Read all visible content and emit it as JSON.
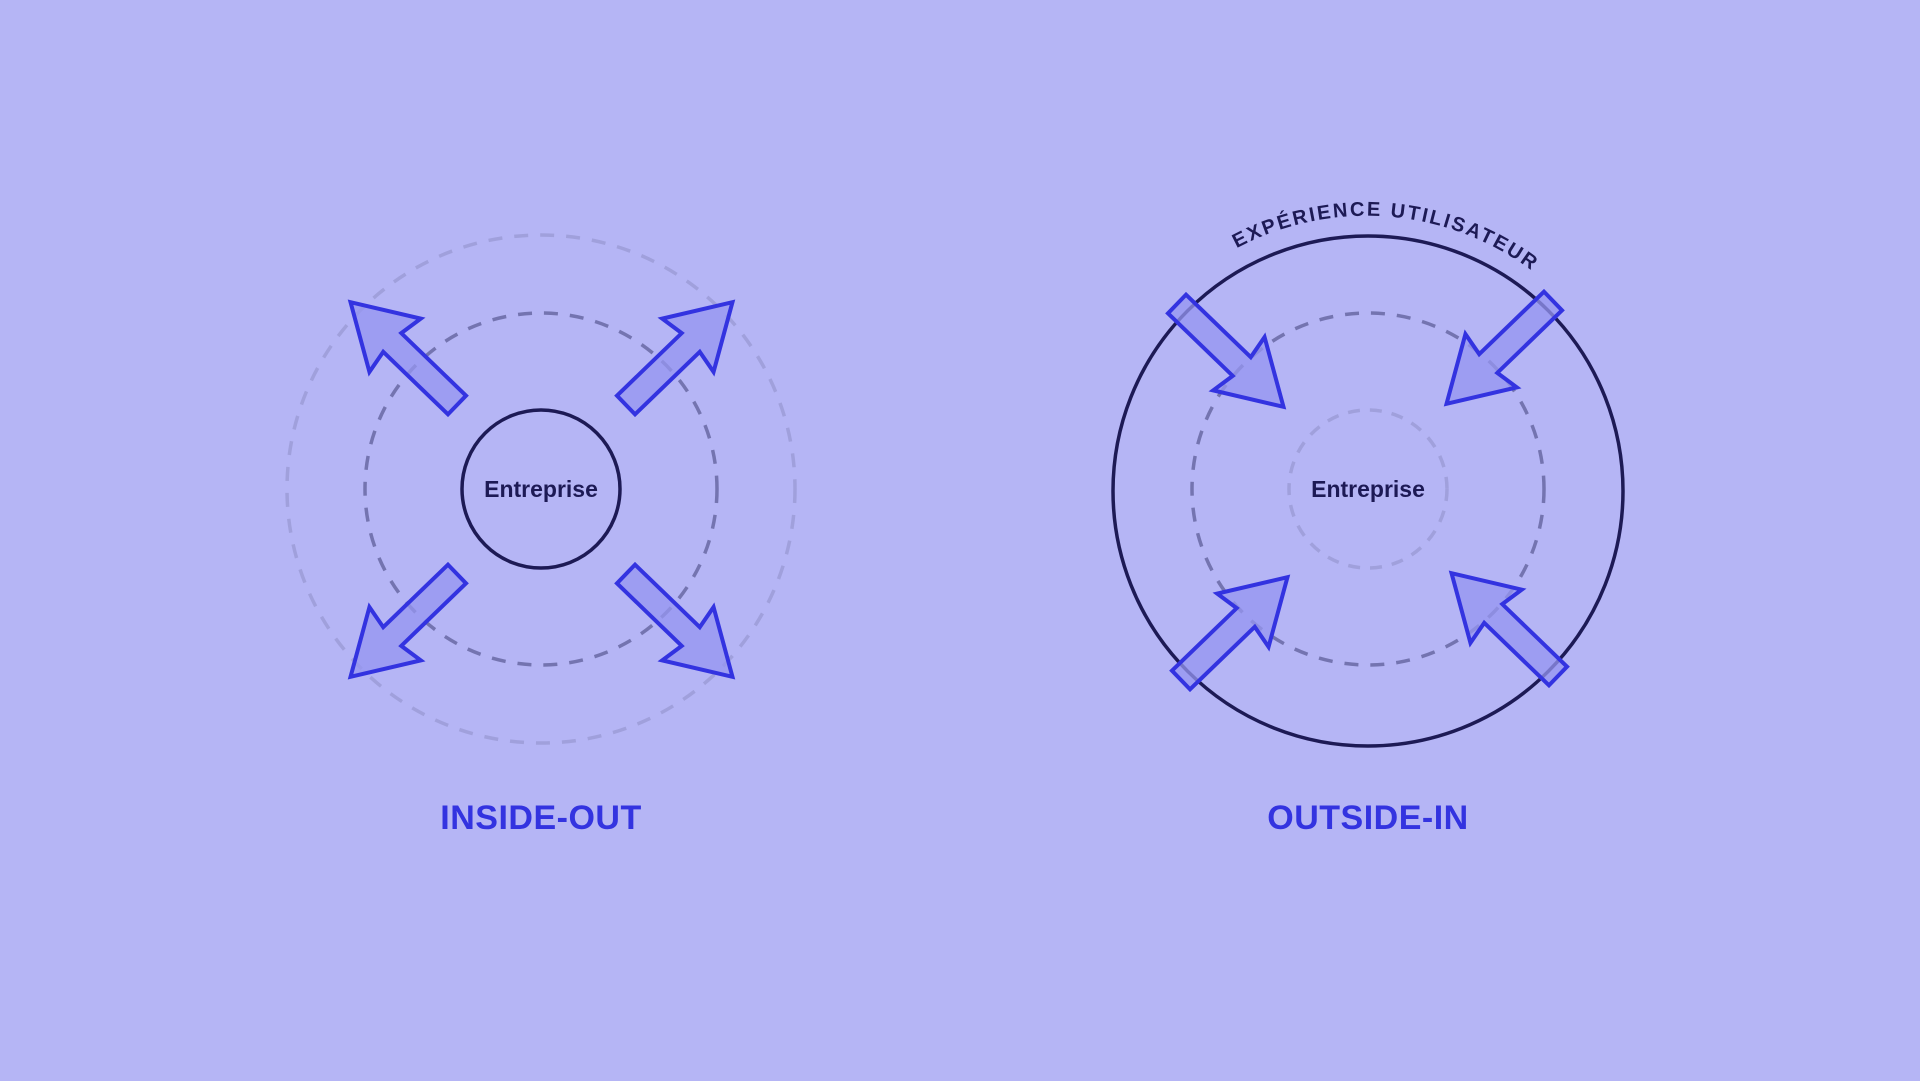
{
  "colors": {
    "background": "#b5b5f5",
    "accent_blue": "#3333e0",
    "dark_navy": "#1d1a55",
    "dashed_mid": "#7474b0",
    "dashed_light": "#a0a0dc",
    "arrow_fill": "#a0a0f0"
  },
  "diagrams": [
    {
      "id": "inside-out",
      "title": "INSIDE-OUT",
      "center_label": "Entreprise",
      "arrow_direction": "outward"
    },
    {
      "id": "outside-in",
      "title": "OUTSIDE-IN",
      "center_label": "Entreprise",
      "arc_label": "EXPÉRIENCE UTILISATEUR",
      "arrow_direction": "inward"
    }
  ]
}
